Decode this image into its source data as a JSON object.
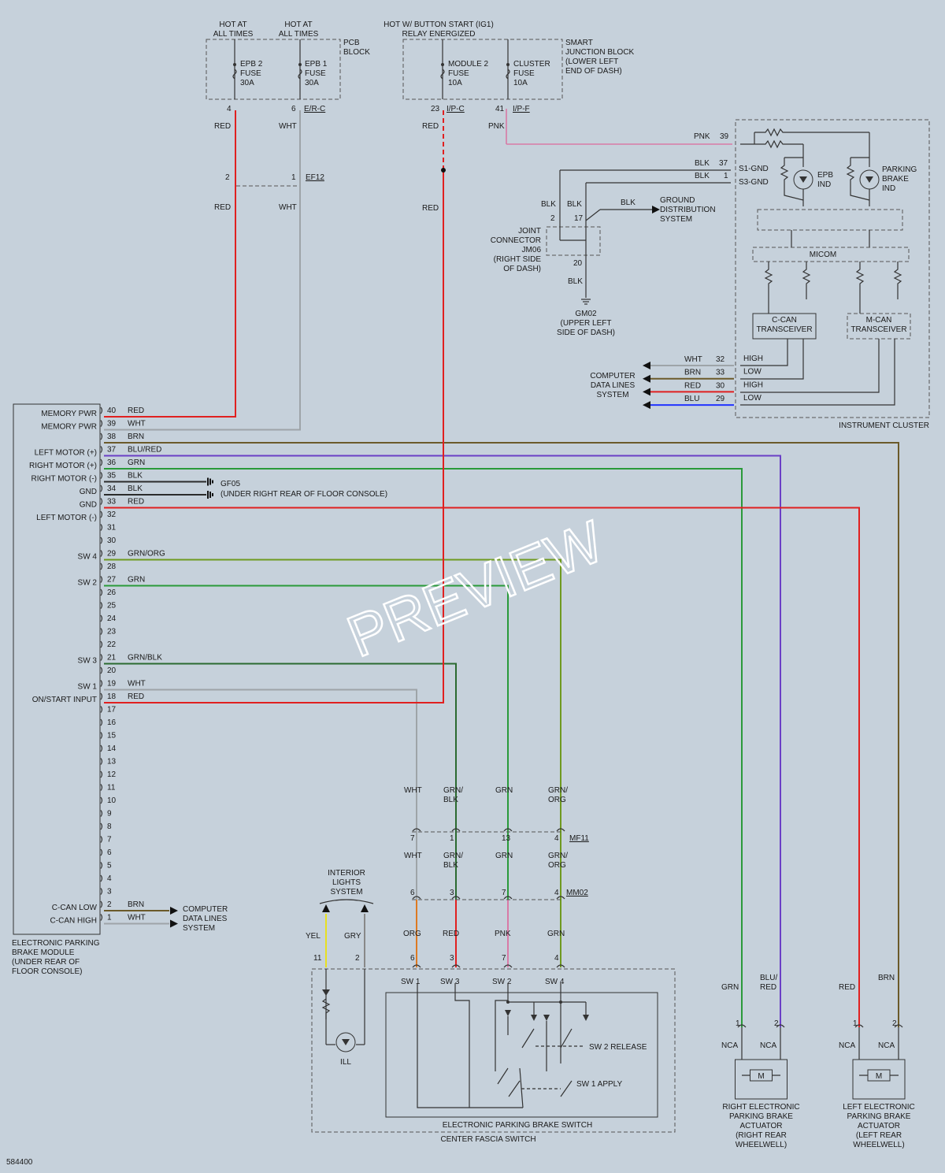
{
  "figure_id": "584400",
  "watermark": "PREVIEW",
  "colors": {
    "RED": "#e02020",
    "WHT": "#9ea4a8",
    "BRN": "#6b5a2a",
    "BLU_RED": "#6a3fc6",
    "GRN": "#2a9a3a",
    "BLK": "#2b2b2b",
    "GRN_ORG": "#6f9a1f",
    "GRN_BLK": "#2b6a30",
    "PNK": "#d87aa6",
    "BLU": "#2233ff",
    "ORG": "#dd7a22",
    "YEL": "#e8e020",
    "GRY": "#888888"
  },
  "pcb": {
    "hot1": "HOT AT\nALL TIMES",
    "hot2": "HOT AT\nALL TIMES",
    "block": "PCB\nBLOCK",
    "fuse1": "EPB 2\nFUSE\n30A",
    "fuse2": "EPB 1\nFUSE\n30A",
    "pin1": "4",
    "pin2": "6",
    "conn": "E/R-C",
    "w1": "RED",
    "w2": "WHT",
    "ef_pin1": "2",
    "ef_pin2": "1",
    "ef_conn": "EF12",
    "w1b": "RED",
    "w2b": "WHT"
  },
  "sjb": {
    "hot": "HOT W/ BUTTON START (IG1)\nRELAY ENERGIZED",
    "block": "SMART\nJUNCTION BLOCK\n(LOWER LEFT\nEND OF DASH)",
    "fuse1": "MODULE 2\nFUSE\n10A",
    "fuse2": "CLUSTER\nFUSE\n10A",
    "pin1": "23",
    "conn1": "I/P-C",
    "pin2": "41",
    "conn2": "I/P-F",
    "w1": "RED",
    "w2": "PNK",
    "w1b": "RED"
  },
  "jc": {
    "w1": "BLK",
    "w2": "BLK",
    "pin1": "2",
    "pin2": "17",
    "pin3": "20",
    "w3": "BLK",
    "wgd": "BLK",
    "label": "JOINT\nCONNECTOR\nJM06\n(RIGHT SIDE\nOF DASH)",
    "ground": "GROUND\nDISTRIBUTION\nSYSTEM",
    "gm": "GM02\n(UPPER LEFT\nSIDE OF DASH)"
  },
  "cluster": {
    "title": "INSTRUMENT CLUSTER",
    "pnk_pin": "39",
    "pnk_w": "PNK",
    "blk1_pin": "37",
    "blk1_w": "BLK",
    "blk2_pin": "1",
    "blk2_w": "BLK",
    "s1": "S1-GND",
    "s3": "S3-GND",
    "epb": "EPB\nIND",
    "park": "PARKING\nBRAKE\nIND",
    "micom": "MICOM",
    "ccan": "C-CAN\nTRANSCEIVER",
    "mcan": "M-CAN\nTRANSCEIVER",
    "data": "COMPUTER\nDATA LINES\nSYSTEM",
    "lines": [
      {
        "w": "WHT",
        "pin": "32",
        "sig": "HIGH"
      },
      {
        "w": "BRN",
        "pin": "33",
        "sig": "LOW"
      },
      {
        "w": "RED",
        "pin": "30",
        "sig": "HIGH"
      },
      {
        "w": "BLU",
        "pin": "29",
        "sig": "LOW"
      }
    ]
  },
  "module": {
    "title": "ELECTRONIC PARKING\nBRAKE MODULE\n(UNDER REAR OF\nFLOOR CONSOLE)",
    "pins": [
      {
        "n": "40",
        "label": "MEMORY PWR",
        "w": "RED"
      },
      {
        "n": "39",
        "label": "MEMORY PWR",
        "w": "WHT"
      },
      {
        "n": "38",
        "label": "",
        "w": "BRN"
      },
      {
        "n": "37",
        "label": "LEFT MOTOR (+)",
        "w": "BLU/RED"
      },
      {
        "n": "36",
        "label": "RIGHT MOTOR (+)",
        "w": "GRN"
      },
      {
        "n": "35",
        "label": "RIGHT MOTOR (-)",
        "w": "BLK"
      },
      {
        "n": "34",
        "label": "GND",
        "w": "BLK"
      },
      {
        "n": "33",
        "label": "GND",
        "w": "RED"
      },
      {
        "n": "32",
        "label": "LEFT MOTOR (-)",
        "w": ""
      },
      {
        "n": "31",
        "label": "",
        "w": ""
      },
      {
        "n": "30",
        "label": "",
        "w": ""
      },
      {
        "n": "29",
        "label": "SW 4",
        "w": "GRN/ORG"
      },
      {
        "n": "28",
        "label": "",
        "w": ""
      },
      {
        "n": "27",
        "label": "SW 2",
        "w": "GRN"
      },
      {
        "n": "26",
        "label": "",
        "w": ""
      },
      {
        "n": "25",
        "label": "",
        "w": ""
      },
      {
        "n": "24",
        "label": "",
        "w": ""
      },
      {
        "n": "23",
        "label": "",
        "w": ""
      },
      {
        "n": "22",
        "label": "",
        "w": ""
      },
      {
        "n": "21",
        "label": "SW 3",
        "w": "GRN/BLK"
      },
      {
        "n": "20",
        "label": "",
        "w": ""
      },
      {
        "n": "19",
        "label": "SW 1",
        "w": "WHT"
      },
      {
        "n": "18",
        "label": "ON/START INPUT",
        "w": "RED"
      },
      {
        "n": "17",
        "label": "",
        "w": ""
      },
      {
        "n": "16",
        "label": "",
        "w": ""
      },
      {
        "n": "15",
        "label": "",
        "w": ""
      },
      {
        "n": "14",
        "label": "",
        "w": ""
      },
      {
        "n": "13",
        "label": "",
        "w": ""
      },
      {
        "n": "12",
        "label": "",
        "w": ""
      },
      {
        "n": "11",
        "label": "",
        "w": ""
      },
      {
        "n": "10",
        "label": "",
        "w": ""
      },
      {
        "n": "9",
        "label": "",
        "w": ""
      },
      {
        "n": "8",
        "label": "",
        "w": ""
      },
      {
        "n": "7",
        "label": "",
        "w": ""
      },
      {
        "n": "6",
        "label": "",
        "w": ""
      },
      {
        "n": "5",
        "label": "",
        "w": ""
      },
      {
        "n": "4",
        "label": "",
        "w": ""
      },
      {
        "n": "3",
        "label": "",
        "w": ""
      },
      {
        "n": "2",
        "label": "C-CAN LOW",
        "w": "BRN"
      },
      {
        "n": "1",
        "label": "C-CAN HIGH",
        "w": "WHT"
      }
    ],
    "gf05": "GF05",
    "gf05_loc": "(UNDER RIGHT REAR OF FLOOR CONSOLE)",
    "can_dest": "COMPUTER\nDATA LINES\nSYSTEM"
  },
  "harness": {
    "mf11": "MF11",
    "mm02": "MM02",
    "cols": [
      {
        "w1": "WHT",
        "p1": "7",
        "w2": "WHT",
        "p2": "6",
        "w3": "ORG",
        "p3": "6",
        "sw": "SW 1"
      },
      {
        "w1": "GRN/\nBLK",
        "p1": "1",
        "w2": "GRN/\nBLK",
        "p2": "3",
        "w3": "RED",
        "p3": "3",
        "sw": "SW 3"
      },
      {
        "w1": "GRN",
        "p1": "13",
        "w2": "GRN",
        "p2": "7",
        "w3": "PNK",
        "p3": "7",
        "sw": "SW 2"
      },
      {
        "w1": "GRN/\nORG",
        "p1": "4",
        "w2": "GRN/\nORG",
        "p2": "4",
        "w3": "GRN",
        "p3": "4",
        "sw": "SW 4"
      }
    ]
  },
  "switch": {
    "interior": "INTERIOR\nLIGHTS\nSYSTEM",
    "yel": "YEL",
    "gry": "GRY",
    "p11": "11",
    "p2": "2",
    "ill": "ILL",
    "sw2r": "SW 2 RELEASE",
    "sw1a": "SW 1 APPLY",
    "inner": "ELECTRONIC PARKING BRAKE SWITCH",
    "outer": "CENTER FASCIA SWITCH"
  },
  "actuators": [
    {
      "w1": "GRN",
      "w2": "BLU/\nRED",
      "p1": "1",
      "p2": "2",
      "nca": "NCA",
      "label": "RIGHT ELECTRONIC\nPARKING BRAKE\nACTUATOR\n(RIGHT REAR\nWHEELWELL)"
    },
    {
      "w1": "RED",
      "w2": "BRN",
      "p1": "1",
      "p2": "2",
      "nca": "NCA",
      "label": "LEFT ELECTRONIC\nPARKING BRAKE\nACTUATOR\n(LEFT REAR\nWHEELWELL)"
    }
  ],
  "motor": "M"
}
